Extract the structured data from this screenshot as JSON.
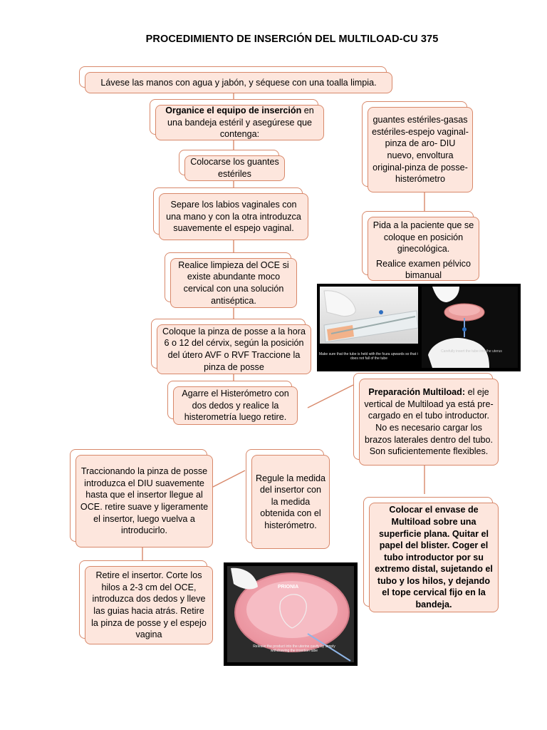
{
  "title": "PROCEDIMIENTO DE INSERCIÓN DEL MULTILOAD-CU 375",
  "steps": {
    "wash": "Lávese las manos con agua y jabón, y séquese con una toalla limpia.",
    "organize_bold": "Organice el equipo de inserción",
    "organize_rest": " en una bandeja estéril y asegúrese que contenga:",
    "gloves": "Colocarse los guantes estériles",
    "separate": "Separe los labios vaginales con una mano y con la otra introduzca suavemente el espejo vaginal.",
    "clean": "Realice limpieza del OCE si existe abundante moco cervical con una solución antiséptica.",
    "posse": "Coloque la pinza de posse a la hora 6 o 12 del cérvix, según la posición del útero AVF o RVF Traccione la pinza de posse",
    "hysterometer": "Agarre el Histerómetro con dos dedos y realice la histerometría luego retire.",
    "introduce": "Traccionando la pinza de posse introduzca el DIU suavemente hasta que el insertor llegue al OCE. retire suave y ligeramente  el insertor, luego vuelva a introducirlo.",
    "regulate": "Regule la medida del insertor con la medida obtenida con el histerómetro.",
    "remove": "Retire el insertor. Corte los hilos a 2-3 cm del OCE, introduzca dos dedos y lleve las guias hacia atrás. Retire la pinza de posse y el espejo vagina",
    "equipment_list": "guantes estériles-gasas estériles-espejo vaginal-pinza de aro- DIU nuevo, envoltura original-pinza de posse-histerómetro",
    "position_1": "Pida a la paciente que se coloque en posición ginecológica.",
    "position_2": "Realice examen pélvico bimanual",
    "prep_bold": "Preparación Multiload:",
    "prep_rest": " el eje vertical de Multiload ya está pre-cargado en el tubo introductor. No es necesario cargar los brazos laterales dentro del tubo. Son suficientemente flexibles.",
    "package": "Colocar el envase de Multiload sobre una superficie plana. Quitar el papel del blister. Coger el tubo introductor por su extremo distal, sujetando el tubo y los hilos, y dejando el tope cervical fijo en la bandeja."
  },
  "photos": {
    "photo1_caption": "Make sure that the tube is held with the fcura upwards so that it does not fall of the tube",
    "photo2_caption": "Carefully insert the tube into the uterus",
    "photo3_caption": "Release the product into the uterine cavity by simply withdrawing the insertion tube",
    "photo3_label": "PRIONIA"
  },
  "colors": {
    "card_fill": "#fde6dd",
    "card_border": "#d8886a",
    "connector": "#d8886a"
  }
}
